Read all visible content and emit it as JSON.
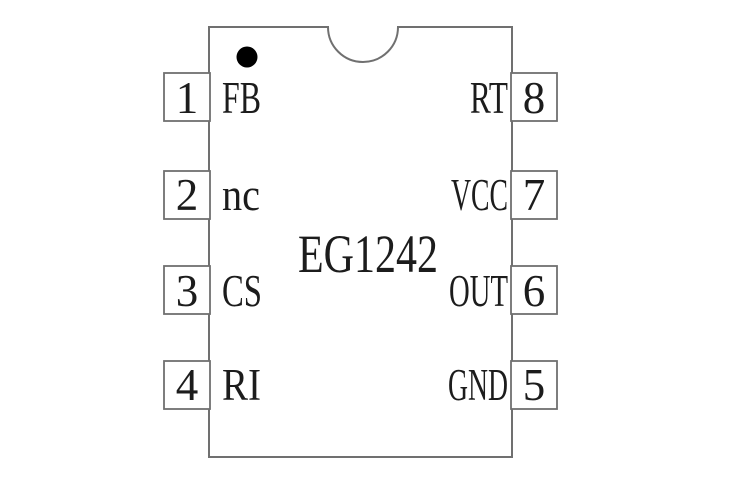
{
  "part": {
    "name": "EG1242"
  },
  "package": {
    "type_note": "8-pin dual-in-line pinout diagram",
    "left_pins": [
      {
        "number": "1",
        "name": "FB"
      },
      {
        "number": "2",
        "name": "nc"
      },
      {
        "number": "3",
        "name": "CS"
      },
      {
        "number": "4",
        "name": "RI"
      }
    ],
    "right_pins": [
      {
        "number": "8",
        "name": "RT"
      },
      {
        "number": "7",
        "name": "VCC"
      },
      {
        "number": "6",
        "name": "OUT"
      },
      {
        "number": "5",
        "name": "GND"
      }
    ]
  },
  "colors": {
    "background": "#ffffff",
    "line": "#707070",
    "text": "#1c1c1c",
    "pin1_dot": "#000000"
  }
}
